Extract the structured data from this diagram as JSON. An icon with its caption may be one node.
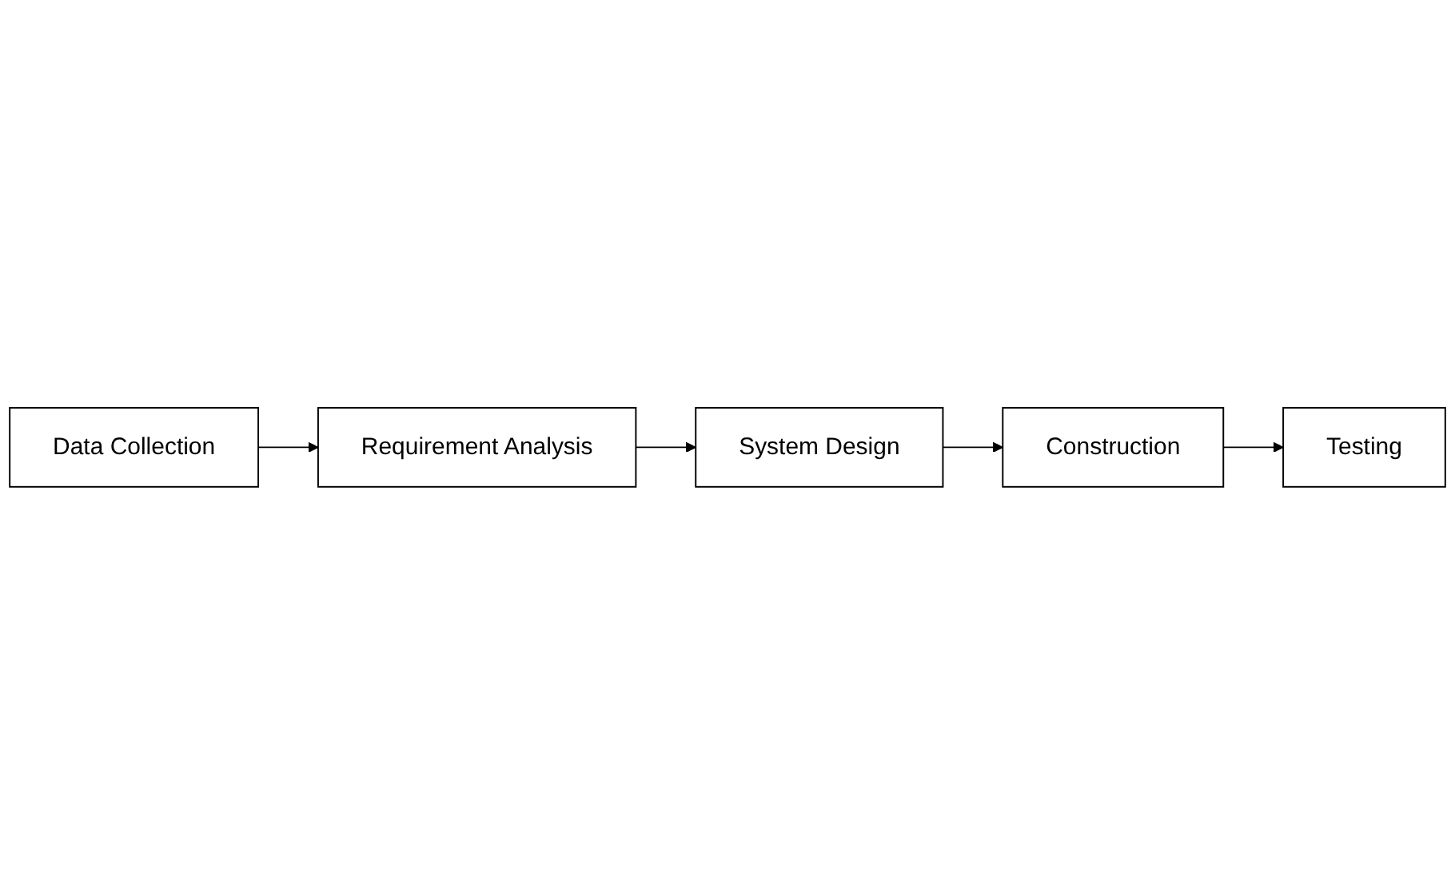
{
  "diagram": {
    "nodes": [
      {
        "text": [
          "Data Collection"
        ]
      },
      {
        "text": [
          "Requirement Analysis"
        ]
      },
      {
        "text": [
          "System Design"
        ]
      },
      {
        "text": [
          "Construction"
        ]
      },
      {
        "text": [
          "Testing"
        ]
      }
    ],
    "edges": [
      {
        "from": 0,
        "to": 1,
        "arrow": "to"
      },
      {
        "from": 1,
        "to": 2,
        "arrow": "to"
      },
      {
        "from": 2,
        "to": 3,
        "arrow": "to"
      },
      {
        "from": 3,
        "to": 4,
        "arrow": "to"
      }
    ]
  }
}
